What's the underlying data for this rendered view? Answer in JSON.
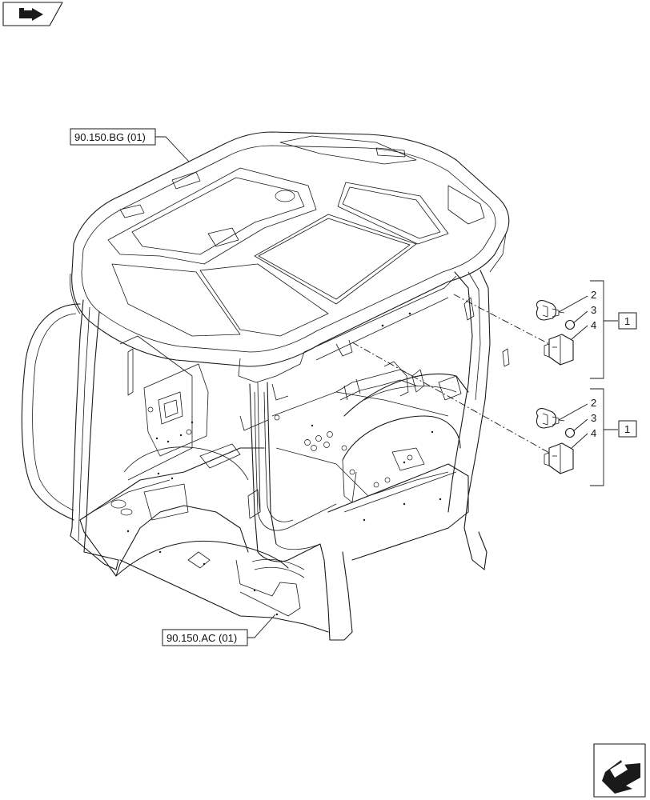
{
  "references": {
    "roof": "90.150.BG (01)",
    "frame": "90.150.AC (01)"
  },
  "callouts": {
    "upper": {
      "items": [
        "2",
        "3",
        "4"
      ],
      "group": "1"
    },
    "lower": {
      "items": [
        "2",
        "3",
        "4"
      ],
      "group": "1"
    }
  },
  "icons": {
    "top_left": "previous-page-icon",
    "bottom_right": "next-page-icon"
  },
  "colors": {
    "line": "#1a1a1a",
    "background": "#ffffff"
  }
}
